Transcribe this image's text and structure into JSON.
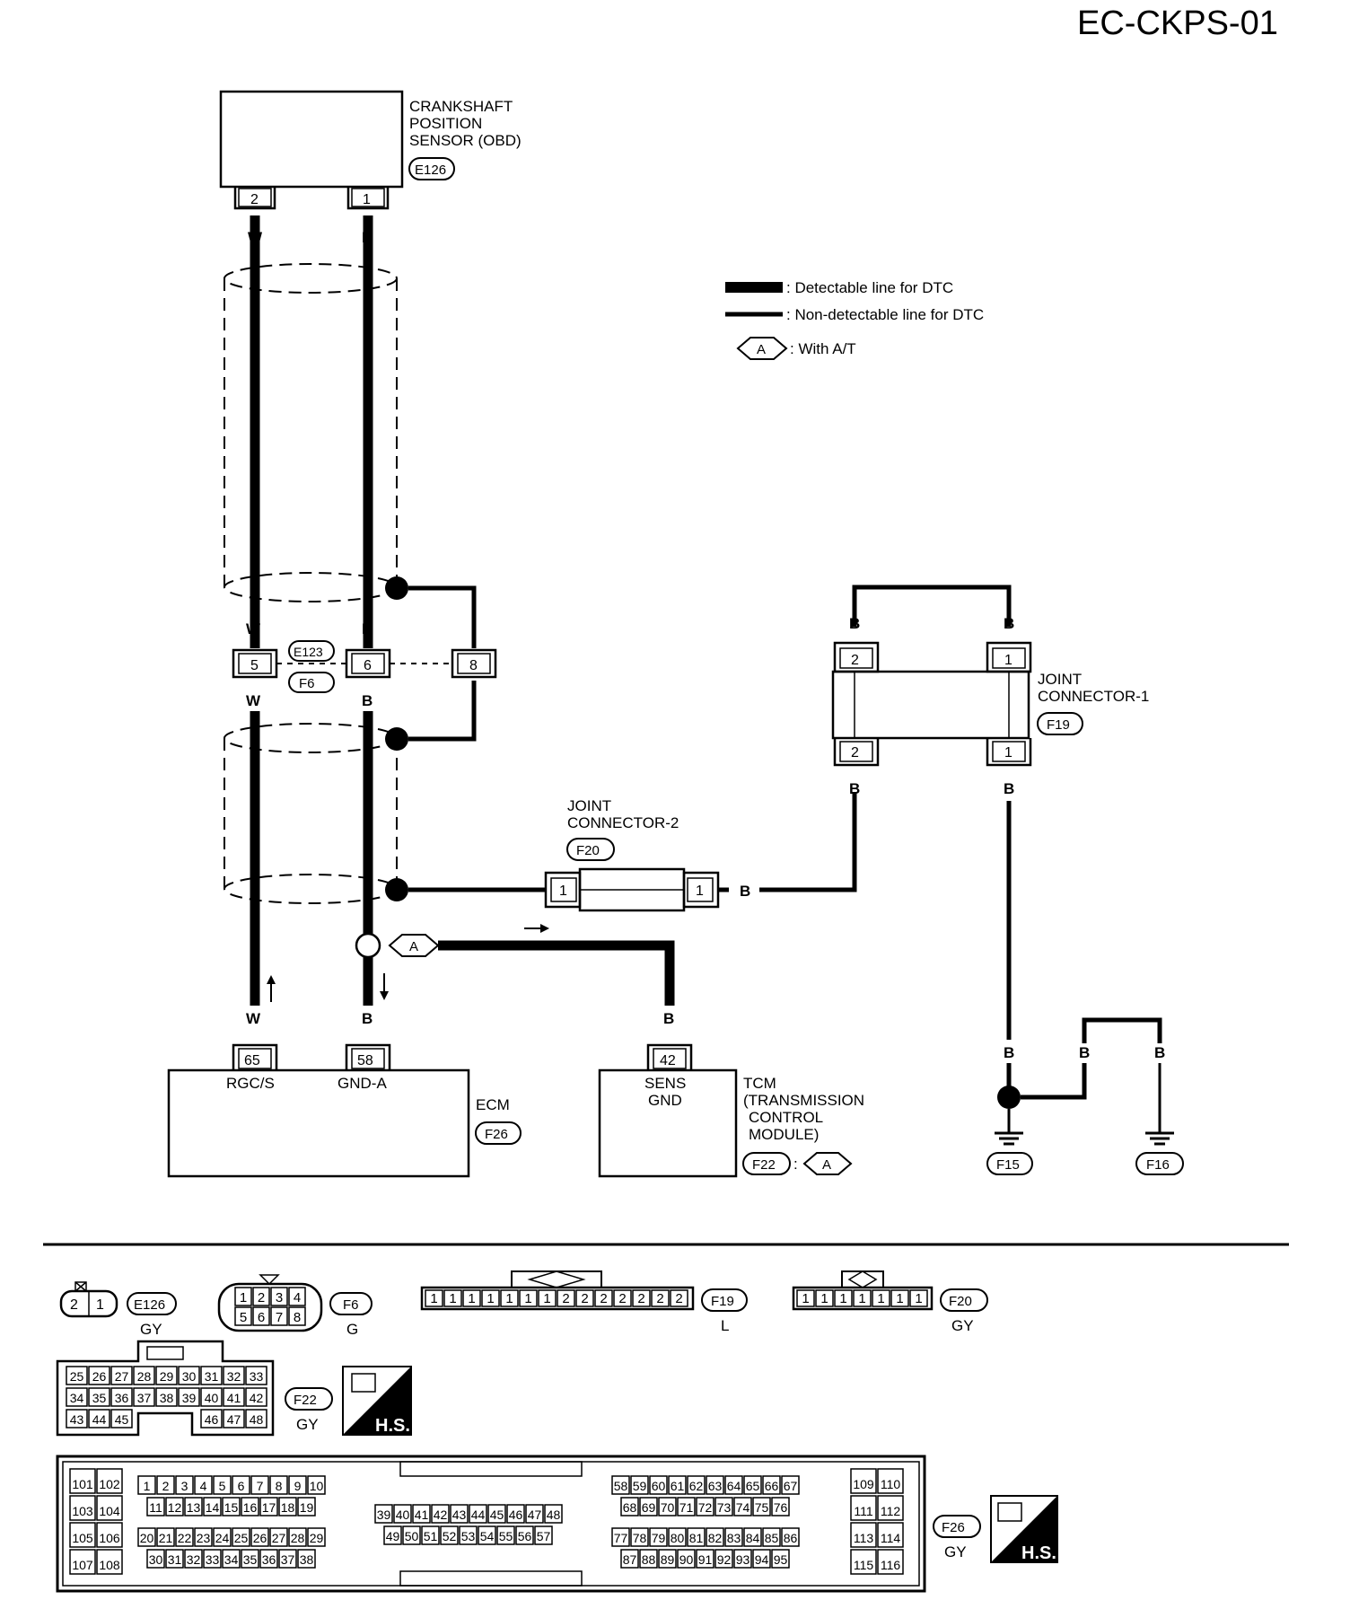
{
  "page_id": "EC-CKPS-01",
  "legend": {
    "detectable": ": Detectable line for DTC",
    "non_detectable": ": Non-detectable line for DTC",
    "option_mark": "A",
    "option_text": ": With A/T"
  },
  "components": {
    "ckps": {
      "line1": "CRANKSHAFT",
      "line2": "POSITION",
      "line3": "SENSOR (OBD)",
      "connector": "E126",
      "pins": [
        "2",
        "1"
      ]
    },
    "inline": {
      "upper": "E123",
      "lower": "F6",
      "pins": [
        "5",
        "6",
        "8"
      ]
    },
    "jc1": {
      "line1": "JOINT",
      "line2": "CONNECTOR-1",
      "connector": "F19",
      "pins_top": [
        "2",
        "1"
      ],
      "pins_bottom": [
        "2",
        "1"
      ]
    },
    "jc2": {
      "line1": "JOINT",
      "line2": "CONNECTOR-2",
      "connector": "F20",
      "pins": [
        "1",
        "1"
      ]
    },
    "ecm": {
      "name": "ECM",
      "connector": "F26",
      "pins": [
        "65",
        "58"
      ],
      "pin_labels": [
        "RGC/S",
        "GND-A"
      ]
    },
    "tcm": {
      "line1": "TCM",
      "line2": "(TRANSMISSION",
      "line3": "CONTROL",
      "line4": "MODULE)",
      "connector": "F22",
      "pin": "42",
      "pin_label1": "SENS",
      "pin_label2": "GND",
      "option": "A"
    },
    "grounds": [
      "F15",
      "F16"
    ]
  },
  "wire_colors": {
    "white": "W",
    "black": "B"
  },
  "connector_views": {
    "e126": {
      "id": "E126",
      "color": "GY",
      "pins": [
        "2",
        "1"
      ]
    },
    "f6": {
      "id": "F6",
      "color": "G",
      "row1": [
        "1",
        "2",
        "3",
        "4"
      ],
      "row2": [
        "5",
        "6",
        "7",
        "8"
      ]
    },
    "f19": {
      "id": "F19",
      "color": "L",
      "pins": [
        "1",
        "1",
        "1",
        "1",
        "1",
        "1",
        "1",
        "2",
        "2",
        "2",
        "2",
        "2",
        "2",
        "2"
      ]
    },
    "f20": {
      "id": "F20",
      "color": "GY",
      "pins": [
        "1",
        "1",
        "1",
        "1",
        "1",
        "1",
        "1"
      ]
    },
    "f22": {
      "id": "F22",
      "color": "GY",
      "row1": [
        "25",
        "26",
        "27",
        "28",
        "29",
        "30",
        "31",
        "32",
        "33"
      ],
      "row2": [
        "34",
        "35",
        "36",
        "37",
        "38",
        "39",
        "40",
        "41",
        "42"
      ],
      "row3a": [
        "43",
        "44",
        "45"
      ],
      "row3b": [
        "46",
        "47",
        "48"
      ]
    },
    "f26": {
      "id": "F26",
      "color": "GY",
      "left_col": [
        "101",
        "102",
        "103",
        "104",
        "105",
        "106",
        "107",
        "108"
      ],
      "g1r1": [
        "1",
        "2",
        "3",
        "4",
        "5",
        "6",
        "7",
        "8",
        "9",
        "10"
      ],
      "g1r2": [
        "11",
        "12",
        "13",
        "14",
        "15",
        "16",
        "17",
        "18",
        "19"
      ],
      "g1r3": [
        "20",
        "21",
        "22",
        "23",
        "24",
        "25",
        "26",
        "27",
        "28",
        "29"
      ],
      "g1r4": [
        "30",
        "31",
        "32",
        "33",
        "34",
        "35",
        "36",
        "37",
        "38"
      ],
      "g2r1": [
        "39",
        "40",
        "41",
        "42",
        "43",
        "44",
        "45",
        "46",
        "47",
        "48"
      ],
      "g2r2": [
        "49",
        "50",
        "51",
        "52",
        "53",
        "54",
        "55",
        "56",
        "57"
      ],
      "g3r1": [
        "58",
        "59",
        "60",
        "61",
        "62",
        "63",
        "64",
        "65",
        "66",
        "67"
      ],
      "g3r2": [
        "68",
        "69",
        "70",
        "71",
        "72",
        "73",
        "74",
        "75",
        "76"
      ],
      "g3r3": [
        "77",
        "78",
        "79",
        "80",
        "81",
        "82",
        "83",
        "84",
        "85",
        "86"
      ],
      "g3r4": [
        "87",
        "88",
        "89",
        "90",
        "91",
        "92",
        "93",
        "94",
        "95"
      ],
      "right_col": [
        "109",
        "110",
        "111",
        "112",
        "113",
        "114",
        "115",
        "116"
      ]
    },
    "hs_label": "H.S."
  }
}
